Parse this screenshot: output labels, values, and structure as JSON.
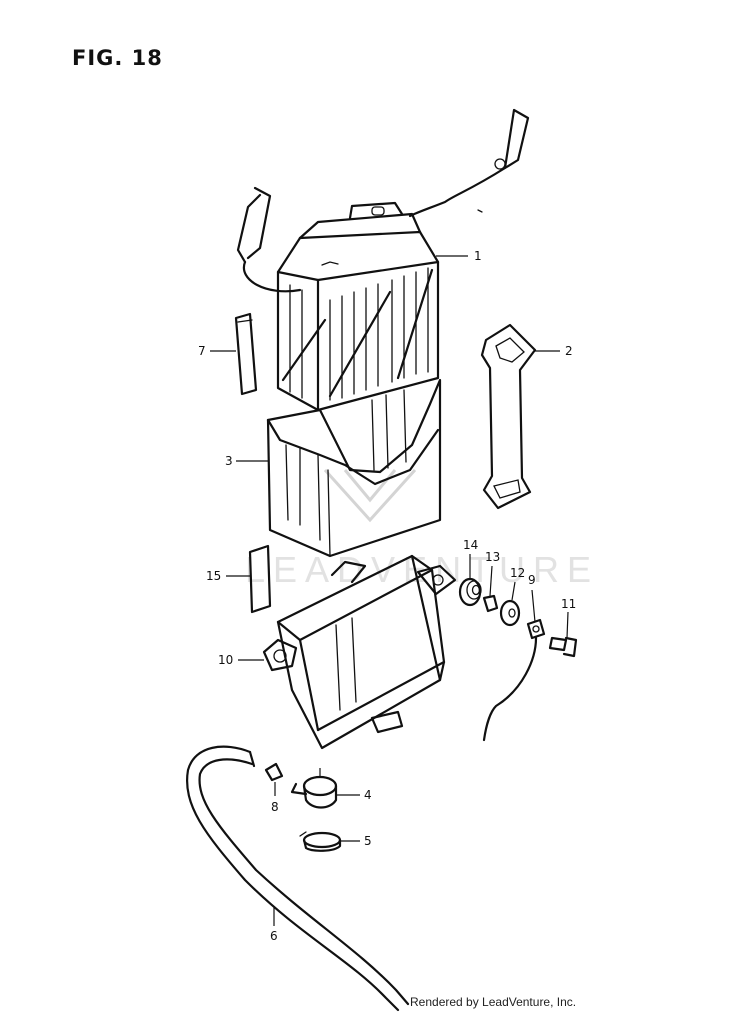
{
  "figure": {
    "title": "FIG. 18",
    "credit": "Rendered by LeadVenture, Inc.",
    "watermark_text": "LEADVENTURE"
  },
  "callouts": [
    {
      "id": "1",
      "part": "battery"
    },
    {
      "id": "2",
      "part": "battery-strap"
    },
    {
      "id": "3",
      "part": "battery-case"
    },
    {
      "id": "4",
      "part": "breather-cap"
    },
    {
      "id": "5",
      "part": "hose-clamp"
    },
    {
      "id": "6",
      "part": "breather-hose"
    },
    {
      "id": "7",
      "part": "cushion-tube"
    },
    {
      "id": "8",
      "part": "clip"
    },
    {
      "id": "9",
      "part": "ground-lead"
    },
    {
      "id": "10",
      "part": "battery-tray"
    },
    {
      "id": "11",
      "part": "bolt"
    },
    {
      "id": "12",
      "part": "washer"
    },
    {
      "id": "13",
      "part": "collar"
    },
    {
      "id": "14",
      "part": "grommet"
    },
    {
      "id": "15",
      "part": "pad"
    }
  ],
  "icons": [
    "battery-icon",
    "strap-icon",
    "case-icon",
    "tray-icon",
    "hose-icon",
    "bolt-icon",
    "washer-icon",
    "grommet-icon"
  ]
}
